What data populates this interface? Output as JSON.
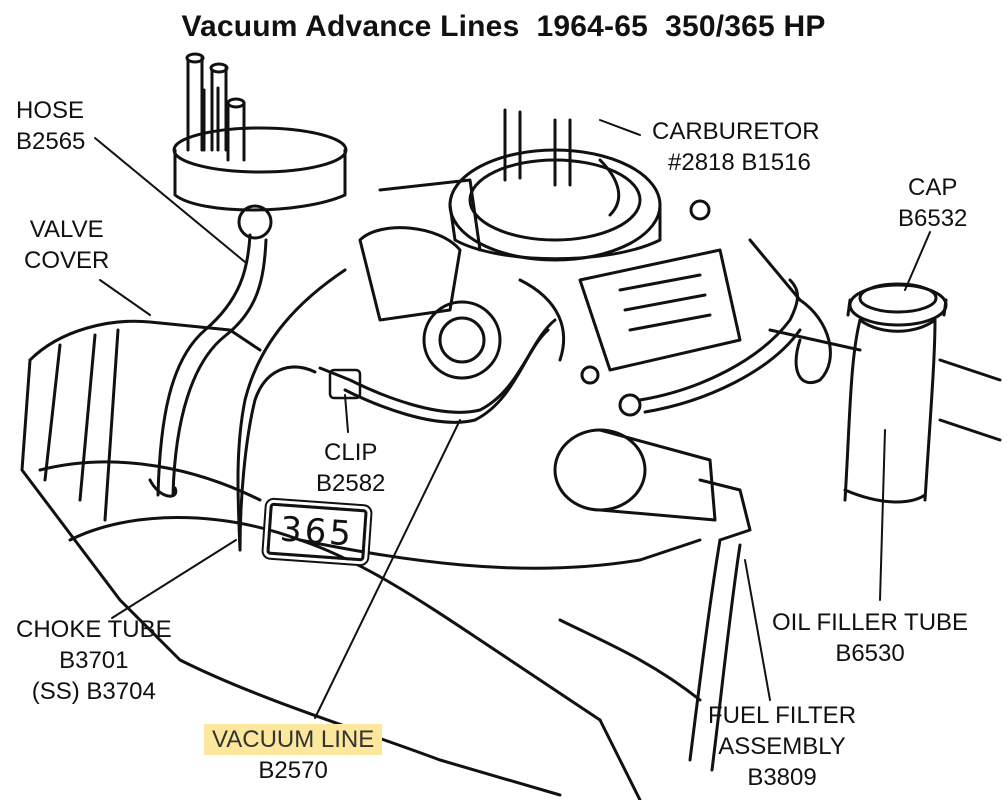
{
  "title": "Vacuum Advance Lines  1964-65  350/365 HP",
  "emblem": "365",
  "labels": {
    "hose": {
      "name": "HOSE",
      "part": "B2565"
    },
    "valve_cover": {
      "line1": "VALVE",
      "line2": "COVER"
    },
    "carburetor": {
      "name": "CARBURETOR",
      "part": "#2818  B1516"
    },
    "cap": {
      "name": "CAP",
      "part": "B6532"
    },
    "clip": {
      "name": "CLIP",
      "part": "B2582"
    },
    "choke_tube": {
      "name": "CHOKE TUBE",
      "part": "B3701",
      "part_ss": "(SS)  B3704"
    },
    "vacuum_line": {
      "name": "VACUUM LINE",
      "part": "B2570"
    },
    "oil_filler_tube": {
      "name": "OIL FILLER TUBE",
      "part": "B6530"
    },
    "fuel_filter": {
      "line1": "FUEL FILTER",
      "line2": "ASSEMBLY",
      "part": "B3809"
    }
  },
  "colors": {
    "highlight": "#fce79c",
    "ink": "#111111"
  }
}
